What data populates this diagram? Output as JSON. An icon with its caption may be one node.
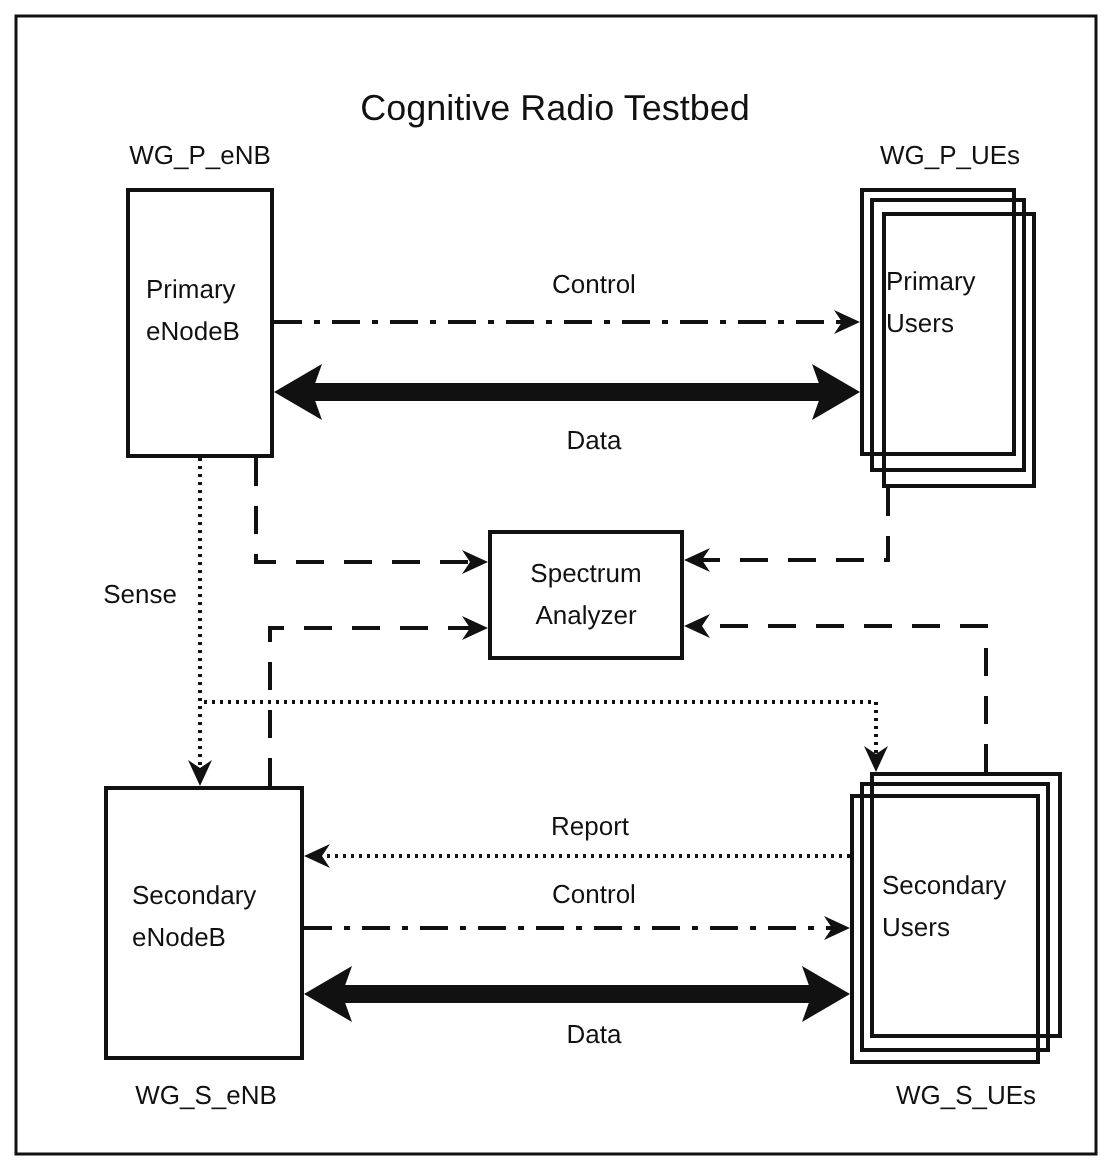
{
  "diagram": {
    "title": "Cognitive Radio Testbed",
    "nodes": [
      {
        "text": [
          "Primary eNodeB"
        ],
        "beside": [
          "WG_P_eNB"
        ]
      },
      {
        "text": [
          "Primary Users"
        ],
        "beside": [
          "WG_P_UEs"
        ]
      },
      {
        "text": [
          "Spectrum Analyzer"
        ]
      },
      {
        "text": [
          "Secondary eNodeB"
        ],
        "beside": [
          "WG_S_eNB"
        ]
      },
      {
        "text": [
          "Secondary Users"
        ],
        "beside": [
          "WG_S_UEs"
        ]
      }
    ],
    "edges": [
      {
        "from": 0,
        "to": 1,
        "arrow": "to",
        "label": "Control",
        "style": "dashed"
      },
      {
        "from": 0,
        "to": 1,
        "arrow": "both",
        "label": "Data",
        "style": "thick"
      },
      {
        "from": 0,
        "to": 2,
        "arrow": "to",
        "style": "dashed"
      },
      {
        "from": 1,
        "to": 2,
        "arrow": "to",
        "style": "dashed"
      },
      {
        "from": 3,
        "to": 2,
        "arrow": "to",
        "style": "dashed"
      },
      {
        "from": 4,
        "to": 2,
        "arrow": "to",
        "style": "dashed"
      },
      {
        "from": 0,
        "to": 3,
        "arrow": "to",
        "label": "Sense",
        "style": "dashed"
      },
      {
        "from": 0,
        "to": 4,
        "arrow": "to",
        "style": "dashed"
      },
      {
        "from": 4,
        "to": 3,
        "arrow": "to",
        "label": "Report",
        "style": "dashed"
      },
      {
        "from": 3,
        "to": 4,
        "arrow": "to",
        "label": "Control",
        "style": "dashed"
      },
      {
        "from": 3,
        "to": 4,
        "arrow": "both",
        "label": "Data",
        "style": "thick"
      }
    ]
  }
}
